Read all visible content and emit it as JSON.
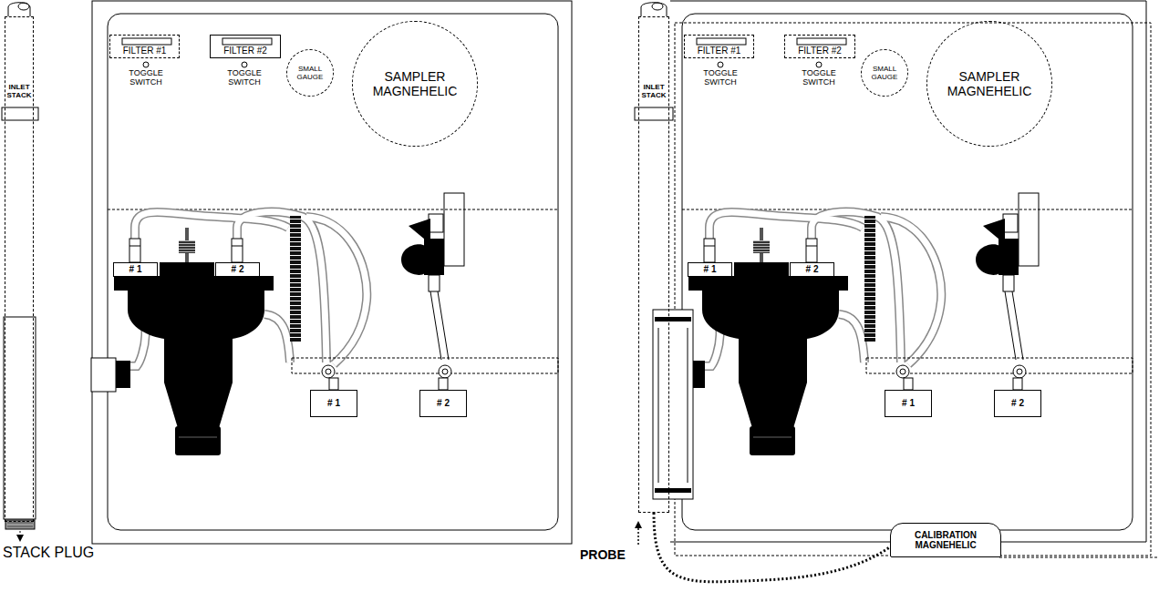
{
  "diagram": {
    "nodes": [
      {
        "text": [
          "FILTER #1"
        ]
      },
      {
        "text": [
          "FILTER #2"
        ]
      },
      {
        "text": [
          "SMALL GAUGE"
        ]
      },
      {
        "text": [
          "SAMPLER MAGNEHELIC"
        ]
      },
      {
        "text": [
          "INLET STACK"
        ]
      },
      {
        "text": [
          "# 1"
        ]
      },
      {
        "text": [
          "# 2"
        ]
      },
      {
        "text": [
          "# 1"
        ]
      },
      {
        "text": [
          "# 2"
        ]
      },
      {
        "text": [
          "FILTER #1"
        ]
      },
      {
        "text": [
          "FILTER #2"
        ]
      },
      {
        "text": [
          "SMALL GAUGE"
        ]
      },
      {
        "text": [
          "SAMPLER MAGNEHELIC"
        ]
      },
      {
        "text": [
          "INLET STACK"
        ]
      },
      {
        "text": [
          "# 1"
        ]
      },
      {
        "text": [
          "# 2"
        ]
      },
      {
        "text": [
          "# 1"
        ]
      },
      {
        "text": [
          "# 2"
        ]
      },
      {
        "text": [
          "CALIBRATION MAGNEHELIC"
        ]
      }
    ],
    "edges": [
      {
        "from": 13,
        "to": 18,
        "arrow": "none"
      }
    ],
    "labels": [
      "TOGGLE SWITCH",
      "TOGGLE SWITCH",
      "STACK PLUG",
      "TOGGLE SWITCH",
      "TOGGLE SWITCH",
      "PROBE"
    ]
  }
}
